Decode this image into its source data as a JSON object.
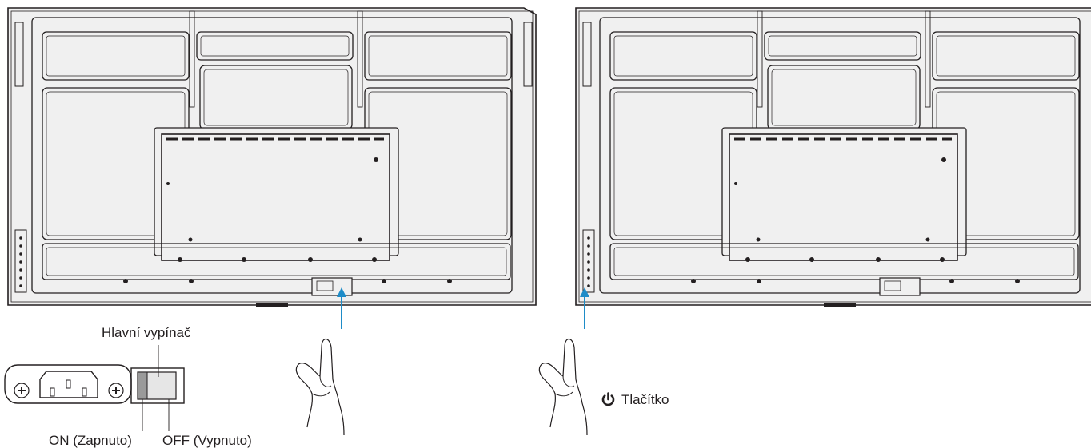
{
  "labels": {
    "main_switch": "Hlavní vypínač",
    "switch_on": "ON (Zapnuto)",
    "switch_off": "OFF (Vypnuto)",
    "power_button": "Tlačítko"
  },
  "icons": {
    "power_button": "power-icon",
    "main_switch": "rocker-switch-icon",
    "ac_inlet": "ac-power-inlet-icon",
    "hand": "pointing-hand-icon"
  },
  "colors": {
    "line": "#231f20",
    "panel_fill": "#f0f0f0",
    "arrow": "#1e8cc8"
  }
}
